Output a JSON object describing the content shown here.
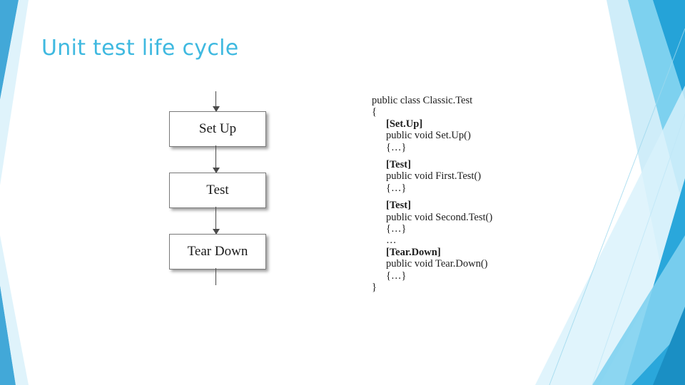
{
  "slide": {
    "title": "Unit test life cycle",
    "accent_color": "#3fb9e0",
    "background_color": "#ffffff"
  },
  "diagram": {
    "name": "unit-test-life-cycle-flow",
    "boxes": [
      {
        "label": "Set Up"
      },
      {
        "label": "Test"
      },
      {
        "label": "Tear Down"
      }
    ]
  },
  "code": {
    "lines": [
      {
        "text": "public class Classic.Test",
        "bold": false,
        "indent": 0
      },
      {
        "text": "{",
        "bold": false,
        "indent": 0
      },
      {
        "text": "[Set.Up]",
        "bold": true,
        "indent": 1
      },
      {
        "text": "public void Set.Up()",
        "bold": false,
        "indent": 1
      },
      {
        "text": "{…}",
        "bold": false,
        "indent": 1
      },
      {
        "text": "",
        "bold": false,
        "indent": 0
      },
      {
        "text": "[Test]",
        "bold": true,
        "indent": 1
      },
      {
        "text": "public void First.Test()",
        "bold": false,
        "indent": 1
      },
      {
        "text": "{…}",
        "bold": false,
        "indent": 1
      },
      {
        "text": "",
        "bold": false,
        "indent": 0
      },
      {
        "text": "[Test]",
        "bold": true,
        "indent": 1
      },
      {
        "text": "public void Second.Test()",
        "bold": false,
        "indent": 1
      },
      {
        "text": "{…}",
        "bold": false,
        "indent": 1
      },
      {
        "text": "…",
        "bold": false,
        "indent": 1
      },
      {
        "text": "[Tear.Down]",
        "bold": true,
        "indent": 1
      },
      {
        "text": "public void Tear.Down()",
        "bold": false,
        "indent": 1
      },
      {
        "text": "{…}",
        "bold": false,
        "indent": 1
      },
      {
        "text": "}",
        "bold": false,
        "indent": 0
      }
    ]
  }
}
